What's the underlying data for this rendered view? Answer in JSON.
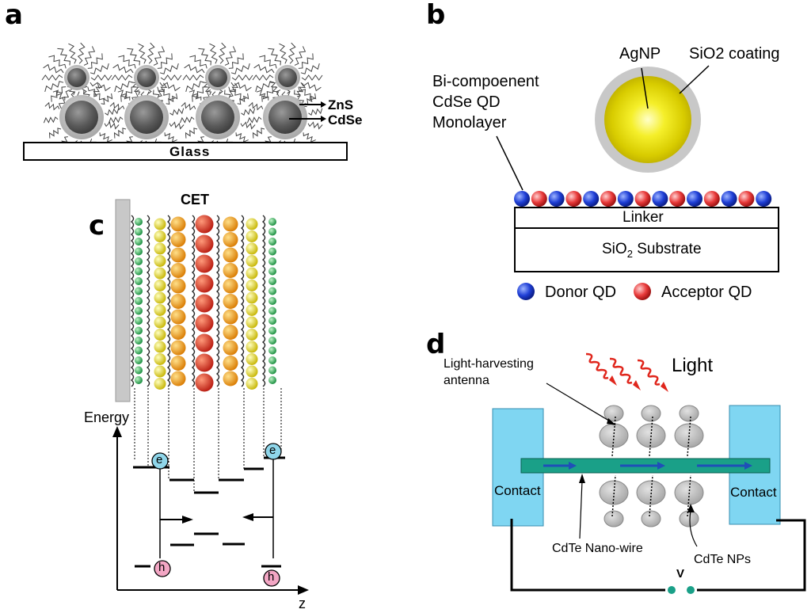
{
  "panels": {
    "a": {
      "letter": "a",
      "substrate": "Glass",
      "shell_label": "ZnS",
      "core_label": "CdSe"
    },
    "b": {
      "letter": "b",
      "agnp_label": "AgNP",
      "coating_label": "SiO2 coating",
      "monolayer_label_lines": [
        "Bi-compoenent",
        "CdSe QD",
        "Monolayer"
      ],
      "linker_label": "Linker",
      "substrate_label": "SiO",
      "substrate_sub": "2",
      "substrate_suffix": " Substrate",
      "legend": [
        {
          "label": "Donor QD",
          "color": "#1f3fd6"
        },
        {
          "label": "Acceptor QD",
          "color": "#e83a3a"
        }
      ]
    },
    "c": {
      "letter": "c",
      "title": "CET",
      "y_axis_label": "Energy",
      "x_axis_label": "z",
      "electron_symbol": "e",
      "hole_symbol": "h"
    },
    "d": {
      "letter": "d",
      "light_label": "Light",
      "antenna_label_lines": [
        "Light-harvesting",
        "antenna"
      ],
      "contact_left": "Contact",
      "contact_right": "Contact",
      "nanowire_label": "CdTe Nano-wire",
      "nps_label": "CdTe NPs",
      "voltage_label": "V"
    }
  },
  "colors": {
    "contact": "#7fd6f2",
    "nanowire": "#1aa088",
    "arrow_blue": "#1f4fb8",
    "wave_red": "#e0261c",
    "np_gray": "#c4c4c4",
    "electron_fill": "#8fd6ea",
    "hole_fill": "#f3a6c4"
  }
}
